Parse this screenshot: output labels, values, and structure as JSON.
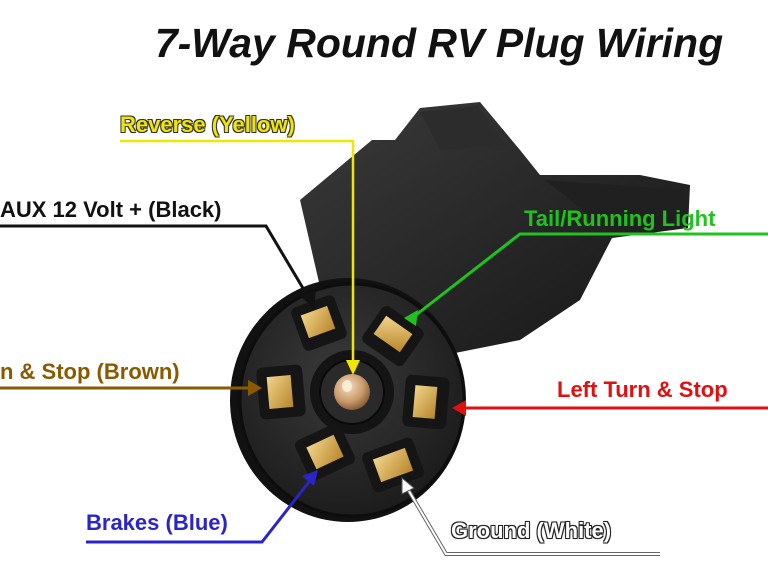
{
  "title": "7-Way Round RV Plug Wiring",
  "labels": {
    "reverse": "Reverse (Yellow)",
    "aux": "AUX 12 Volt + (Black)",
    "tail": "Tail/Running Light",
    "right_turn": "n & Stop (Brown)",
    "left_turn": "Left Turn & Stop",
    "brakes": "Brakes (Blue)",
    "ground": "Ground (White)"
  },
  "colors": {
    "reverse": "#f2e600",
    "aux": "#111111",
    "tail": "#1fc21f",
    "right_turn": "#8a5a00",
    "left_turn": "#e01010",
    "brakes": "#2b24c8",
    "ground": "#ffffff"
  }
}
